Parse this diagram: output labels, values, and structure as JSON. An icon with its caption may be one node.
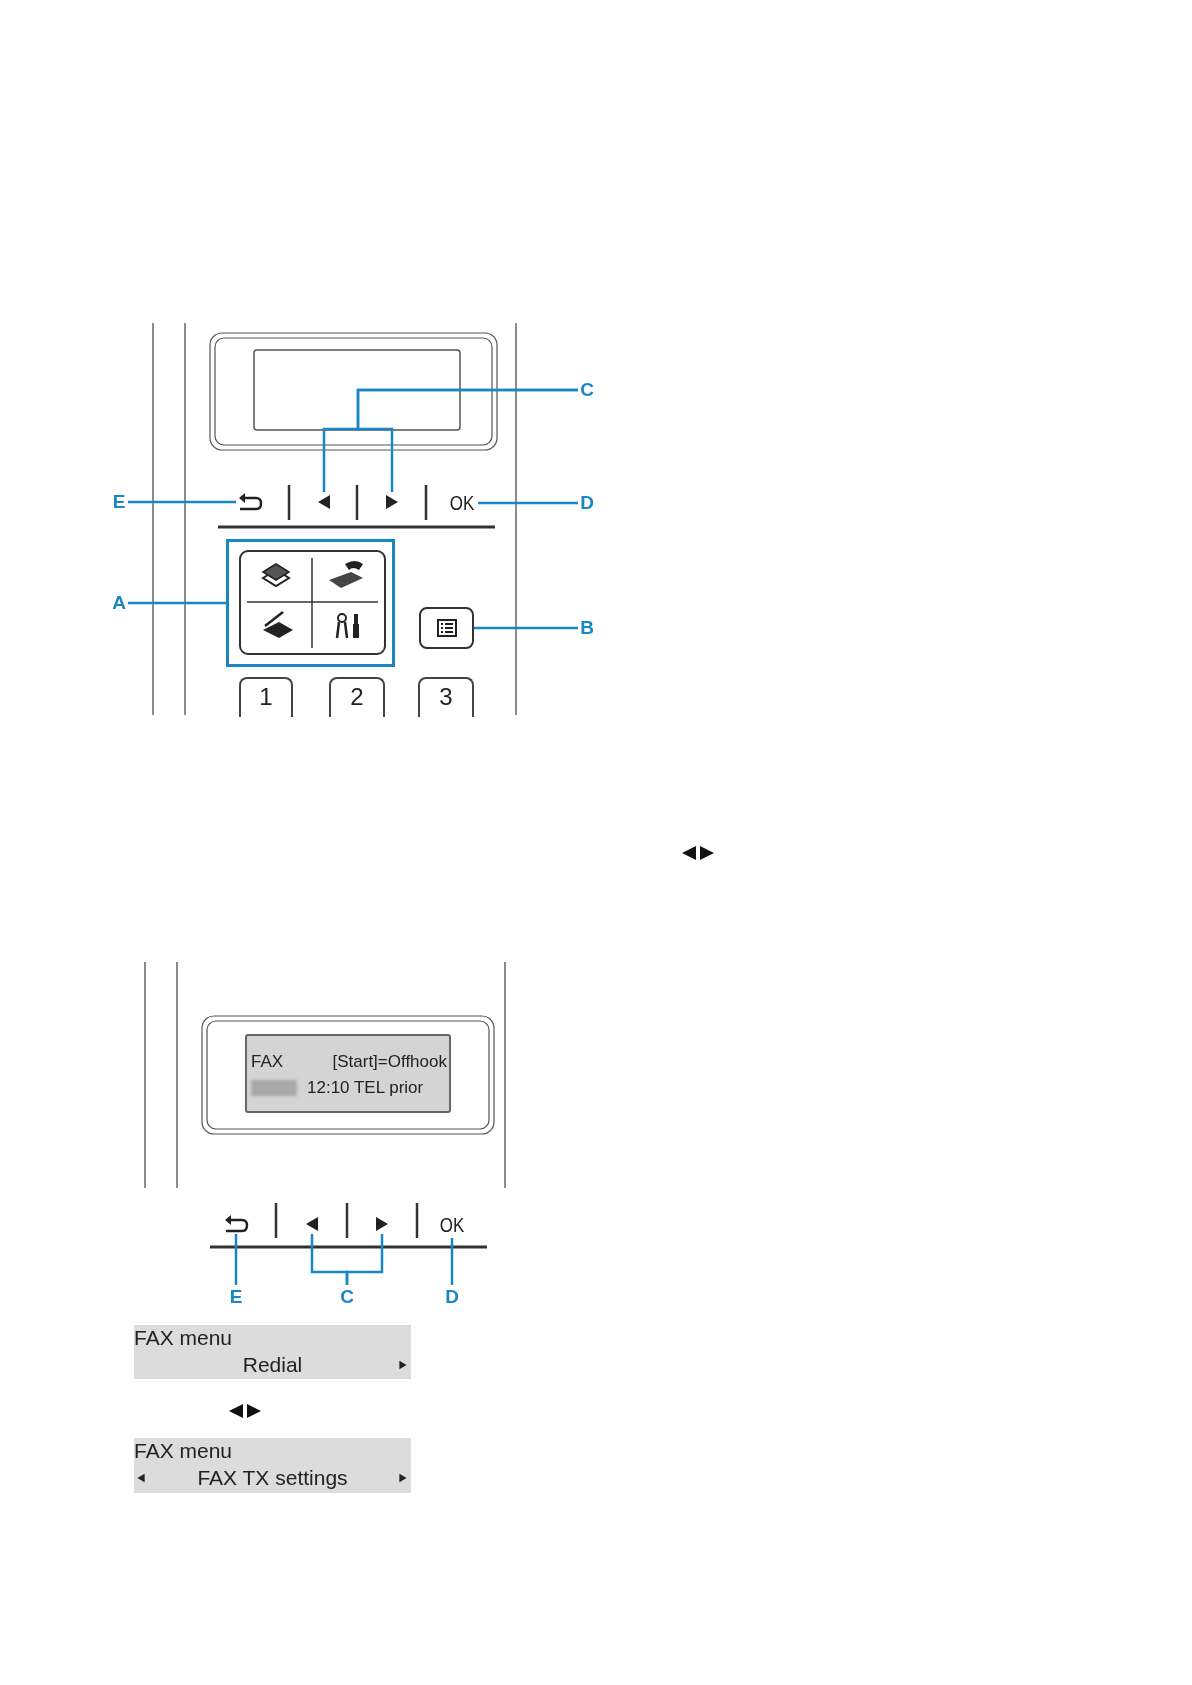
{
  "diagram": {
    "nodes": [
      {
        "text": [
          "C"
        ]
      },
      {
        "text": [],
        "shape": "triangle"
      },
      {
        "text": [],
        "shape": "triangle"
      },
      {
        "text": [
          "E"
        ]
      },
      {
        "text": [],
        "shape": "arrow"
      },
      {
        "text": [
          "OK"
        ]
      },
      {
        "text": [
          "D"
        ]
      },
      {
        "text": [
          "A"
        ]
      },
      {
        "text": [],
        "shape": "box"
      },
      {
        "text": [],
        "shape": "box"
      },
      {
        "text": [
          "B"
        ]
      },
      {
        "text": [
          "1"
        ]
      },
      {
        "text": [
          "2"
        ]
      },
      {
        "text": [
          "3"
        ]
      },
      {
        "text": [
          "FAX",
          "[Start]=Offhook",
          "12:10 TEL prior"
        ]
      },
      {
        "text": [],
        "shape": "arrow"
      },
      {
        "text": [],
        "shape": "triangle"
      },
      {
        "text": [],
        "shape": "triangle"
      },
      {
        "text": [
          "OK"
        ]
      },
      {
        "text": [
          "E"
        ]
      },
      {
        "text": [
          "C"
        ]
      },
      {
        "text": [
          "D"
        ]
      },
      {
        "text": [
          "FAX menu",
          "Redial"
        ]
      },
      {
        "text": [
          "FAX menu",
          "FAX TX settings"
        ]
      }
    ],
    "edges": [
      {
        "from": 0,
        "to": 1,
        "arrow": "none"
      },
      {
        "from": 0,
        "to": 2,
        "arrow": "none"
      },
      {
        "from": 3,
        "to": 4,
        "arrow": "none"
      },
      {
        "from": 6,
        "to": 5,
        "arrow": "none"
      },
      {
        "from": 7,
        "to": 8,
        "arrow": "none"
      },
      {
        "from": 10,
        "to": 9,
        "arrow": "none"
      },
      {
        "from": 19,
        "to": 15,
        "arrow": "none"
      },
      {
        "from": 20,
        "to": 16,
        "arrow": "none"
      },
      {
        "from": 20,
        "to": 17,
        "arrow": "none"
      },
      {
        "from": 21,
        "to": 18,
        "arrow": "none"
      }
    ]
  }
}
